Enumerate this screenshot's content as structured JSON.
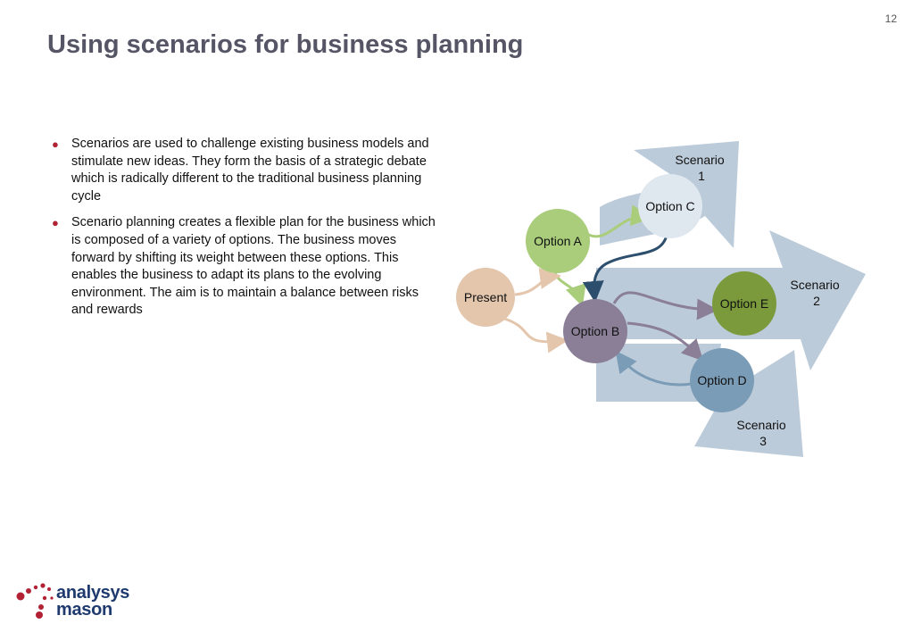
{
  "page_number": "12",
  "title": "Using scenarios for business planning",
  "bullets": [
    "Scenarios are used to challenge existing business models and stimulate new ideas. They form the basis of a strategic debate which is radically different to the traditional business planning cycle",
    "Scenario planning creates a flexible plan for the business which is composed of a variety of options. The business moves forward by shifting its weight between these options. This enables the business to adapt its plans to the evolving environment. The aim is to maintain a balance between risks and rewards"
  ],
  "diagram": {
    "scenarios": [
      {
        "line1": "Scenario",
        "line2": "1"
      },
      {
        "line1": "Scenario",
        "line2": "2"
      },
      {
        "line1": "Scenario",
        "line2": "3"
      }
    ],
    "nodes": {
      "present": "Present",
      "option_a": "Option A",
      "option_b": "Option B",
      "option_c": "Option C",
      "option_d": "Option D",
      "option_e": "Option E"
    },
    "colors": {
      "scenario_arrow": "#bccbd9",
      "present": "#e4c6ad",
      "option_a": "#a9cd7a",
      "option_b": "#8a7f97",
      "option_c": "#dfe7ef",
      "option_d": "#7a9cb6",
      "option_e": "#7a9a3c",
      "bullet": "#b22234"
    }
  },
  "logo": {
    "line1": "analysys",
    "line2": "mason"
  }
}
